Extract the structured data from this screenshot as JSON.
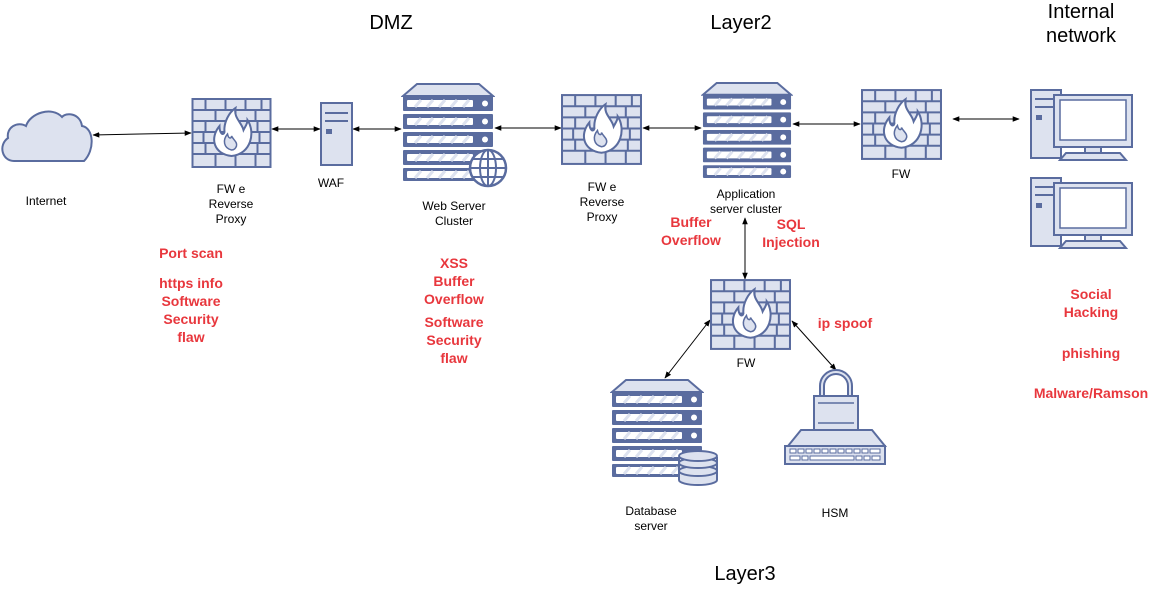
{
  "zones": {
    "dmz": "DMZ",
    "layer2": "Layer2",
    "layer3": "Layer3",
    "internal": [
      "Internal",
      "network"
    ]
  },
  "nodes": {
    "internet": "Internet",
    "fw1": [
      "FW e",
      "Reverse",
      "Proxy"
    ],
    "waf": "WAF",
    "web": [
      "Web Server",
      "Cluster"
    ],
    "fw2": [
      "FW e",
      "Reverse",
      "Proxy"
    ],
    "app": [
      "Application",
      "server cluster"
    ],
    "fw3": "FW",
    "fw4": "FW",
    "db": [
      "Database",
      "server"
    ],
    "hsm": "HSM"
  },
  "threats": {
    "edge": [
      "Port scan",
      "https info",
      "Software",
      "Security",
      "flaw"
    ],
    "web": [
      "XSS",
      "Buffer",
      "Overflow",
      "Software",
      "Security",
      "flaw"
    ],
    "app_left": [
      "Buffer",
      "Overflow"
    ],
    "app_right": [
      "SQL",
      "Injection"
    ],
    "hsm": "ip spoof",
    "internal": [
      "Social",
      "Hacking",
      "phishing",
      "Malware/Ramson"
    ]
  },
  "colors": {
    "icon_fill": "#dde2ef",
    "icon_stroke": "#5a6c9f",
    "threat_text": "#e8373d"
  },
  "icons": [
    "cloud-icon",
    "firewall-icon",
    "waf-tower-icon",
    "server-rack-icon",
    "globe-icon",
    "database-icon",
    "lock-icon",
    "keyboard-icon",
    "desktop-computer-icon"
  ]
}
